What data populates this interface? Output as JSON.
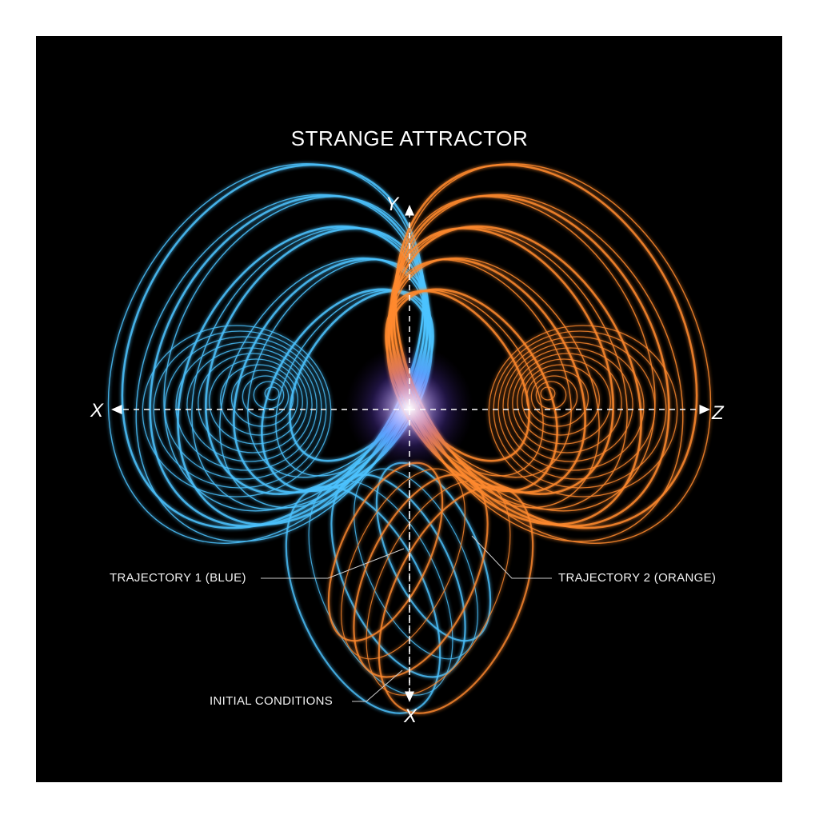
{
  "title": "STRANGE ATTRACTOR",
  "axes": {
    "y": "Y",
    "x_left": "X",
    "z_right": "Z",
    "x_bottom": "X"
  },
  "labels": {
    "trajectory1": "TRAJECTORY 1 (BLUE)",
    "trajectory2": "TRAJECTORY 2 (ORANGE)",
    "initial": "INITIAL CONDITIONS"
  },
  "colors": {
    "background": "#000000",
    "trajectory1": "#4cc3ff",
    "trajectory2": "#ff8a2e",
    "core": "#b38cff"
  }
}
